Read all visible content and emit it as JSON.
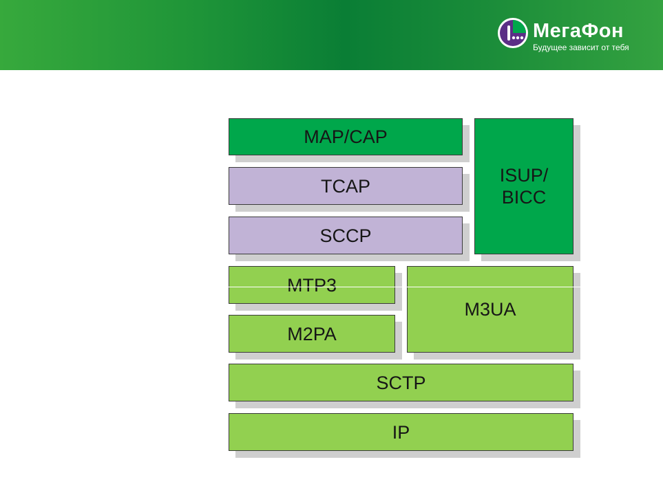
{
  "header": {
    "brand_name": "МегаФон",
    "slogan": "Будущее зависит от тебя"
  },
  "layers": {
    "map_cap": "MAP/CAP",
    "tcap": "TCAP",
    "sccp": "SCCP",
    "isup_bicc": "ISUP/\nBICC",
    "mtp3": "MTP3",
    "m2pa": "M2PA",
    "m3ua": "M3UA",
    "sctp": "SCTP",
    "ip": "IP"
  },
  "colors": {
    "header_green": "#0a7e35",
    "dark_green_layer": "#00a74b",
    "lavender_layer": "#c1b3d6",
    "light_green_layer": "#92d050"
  }
}
